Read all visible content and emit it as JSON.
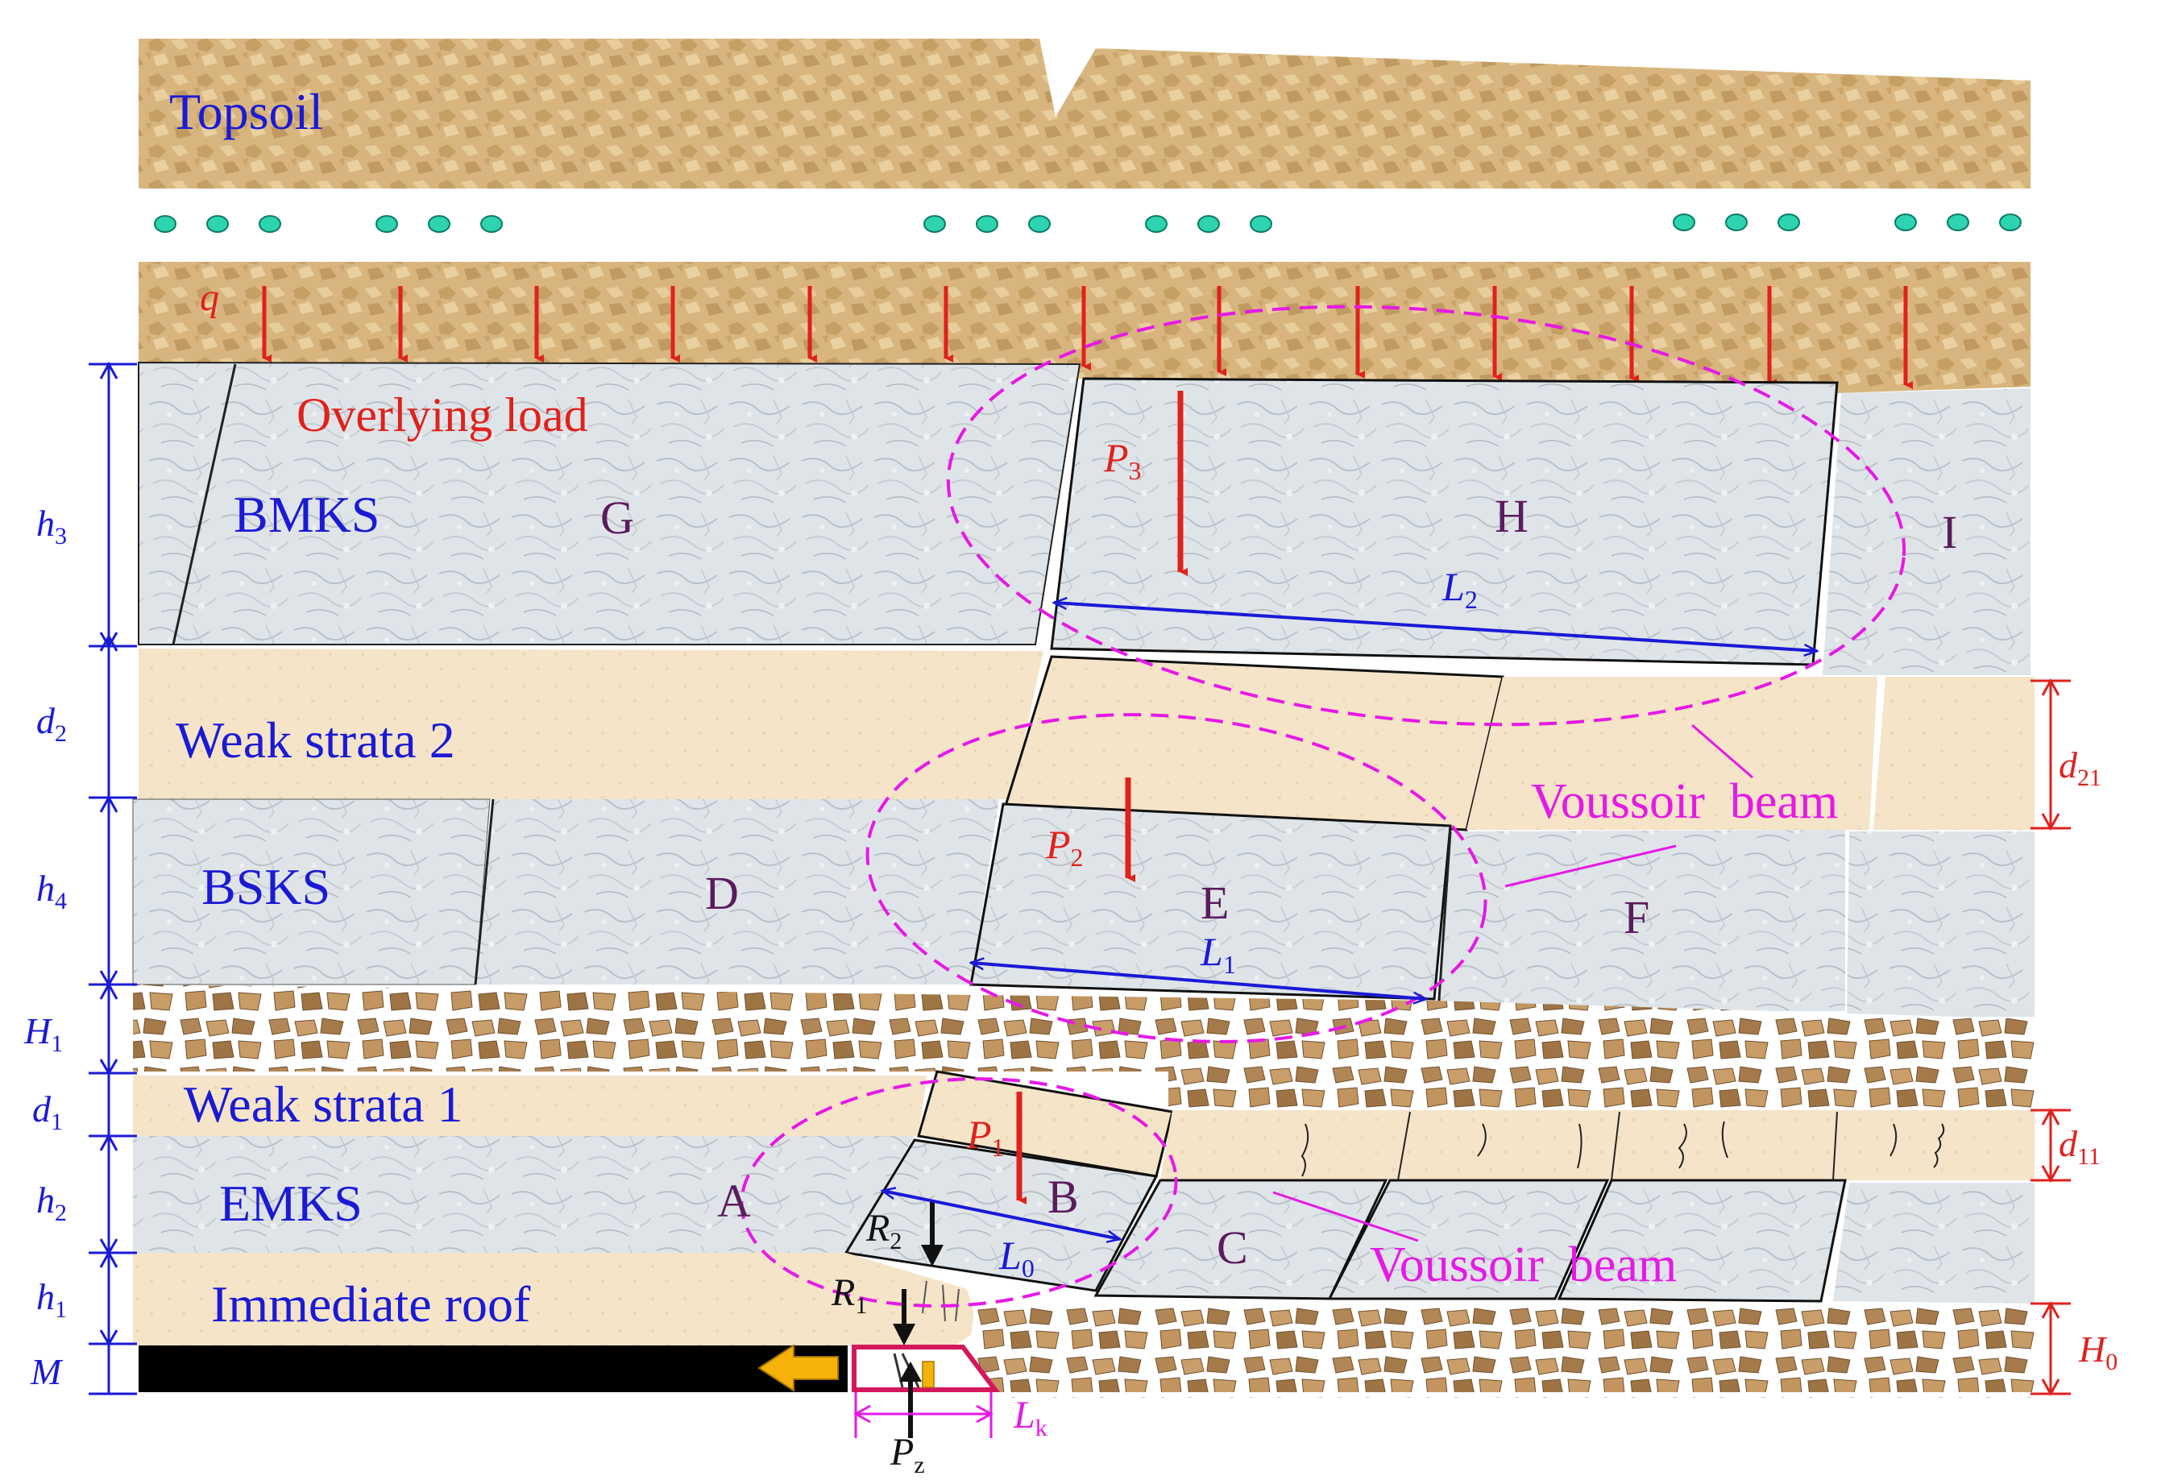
{
  "layers": {
    "topsoil": "Topsoil",
    "overlying_load": "Overlying load",
    "bmks": "BMKS",
    "weak_strata_2": "Weak strata 2",
    "bsks": "BSKS",
    "weak_strata_1": "Weak strata 1",
    "emks": "EMKS",
    "immediate_roof": "Immediate roof"
  },
  "blocks": {
    "A": "A",
    "B": "B",
    "C": "C",
    "D": "D",
    "E": "E",
    "F": "F",
    "G": "G",
    "H": "H",
    "I": "I"
  },
  "annotations": {
    "voussoir_upper": "Voussoir  beam",
    "voussoir_lower": "Voussoir  beam"
  },
  "symbols": {
    "q": "q",
    "P3": {
      "base": "P",
      "sub": "3"
    },
    "P2": {
      "base": "P",
      "sub": "2"
    },
    "P1": {
      "base": "P",
      "sub": "1"
    },
    "L2": {
      "base": "L",
      "sub": "2"
    },
    "L1": {
      "base": "L",
      "sub": "1"
    },
    "L0": {
      "base": "L",
      "sub": "0"
    },
    "R1": {
      "base": "R",
      "sub": "1"
    },
    "R2": {
      "base": "R",
      "sub": "2"
    },
    "Pz": {
      "base": "P",
      "sub": "z"
    },
    "Lk": {
      "base": "L",
      "sub": "k"
    }
  },
  "dims_left": {
    "h3": {
      "base": "h",
      "sub": "3"
    },
    "d2": {
      "base": "d",
      "sub": "2"
    },
    "h4": {
      "base": "h",
      "sub": "4"
    },
    "H1": {
      "base": "H",
      "sub": "1"
    },
    "d1": {
      "base": "d",
      "sub": "1"
    },
    "h2": {
      "base": "h",
      "sub": "2"
    },
    "h1": {
      "base": "h",
      "sub": "1"
    },
    "M": "M"
  },
  "dims_right": {
    "d21": {
      "base": "d",
      "sub": "21"
    },
    "d11": {
      "base": "d",
      "sub": "11"
    },
    "H0": {
      "base": "H",
      "sub": "0"
    }
  },
  "colors": {
    "blue_label": "#1a1ad6",
    "red_label": "#e0211c",
    "block_letter": "#5b1b5e",
    "voussoir_magenta": "#e619e6",
    "soil": "#d9b680",
    "weak_strata": "#f4e3c6",
    "rock": "#dde3e8",
    "coal_seam": "#000000",
    "support_arrow": "#f5b20a"
  },
  "icons": {
    "hydraulic_support": "hydraulic-support-icon",
    "advance_direction": "advance-arrow-icon",
    "groundwater": "aquifer-dots-icon"
  }
}
